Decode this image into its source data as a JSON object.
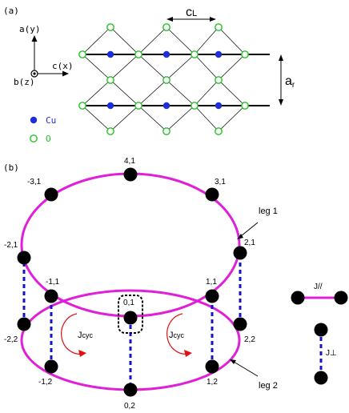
{
  "panel_a": {
    "label": "(a)",
    "axes": {
      "a": "a(y)",
      "c": "c(x)",
      "b": "b(z)"
    },
    "legend": [
      {
        "label": "Cu",
        "color": "#1d2fd6"
      },
      {
        "label": "O",
        "color": "#22c422"
      }
    ],
    "dims": {
      "cL": "cL",
      "ar": "ar"
    },
    "colors": {
      "cu": "#1d2fd6",
      "o": "#22c422",
      "line": "#000000"
    }
  },
  "panel_b": {
    "label": "(b)",
    "nodes": [
      {
        "id": "4,1",
        "label": "4,1"
      },
      {
        "id": "-3,1",
        "label": "-3,1"
      },
      {
        "id": "3,1",
        "label": "3,1"
      },
      {
        "id": "-2,1",
        "label": "-2,1"
      },
      {
        "id": "2,1",
        "label": "2,1"
      },
      {
        "id": "-1,1",
        "label": "-1,1"
      },
      {
        "id": "1,1",
        "label": "1,1"
      },
      {
        "id": "0,1",
        "label": "0,1"
      },
      {
        "id": "-2,2",
        "label": "-2,2"
      },
      {
        "id": "2,2",
        "label": "2,2"
      },
      {
        "id": "-1,2",
        "label": "-1,2"
      },
      {
        "id": "1,2",
        "label": "1,2"
      },
      {
        "id": "0,2",
        "label": "0,2"
      }
    ],
    "jcyc_label": "Jcyc",
    "legs": {
      "leg1": "leg 1",
      "leg2": "leg 2"
    },
    "coupling_legend": {
      "j_parallel": "J//",
      "j_perp": "J⊥"
    },
    "colors": {
      "leg": "#e020d8",
      "rung": "#1414c8",
      "cycle": "#e01010",
      "node": "#000000"
    }
  }
}
